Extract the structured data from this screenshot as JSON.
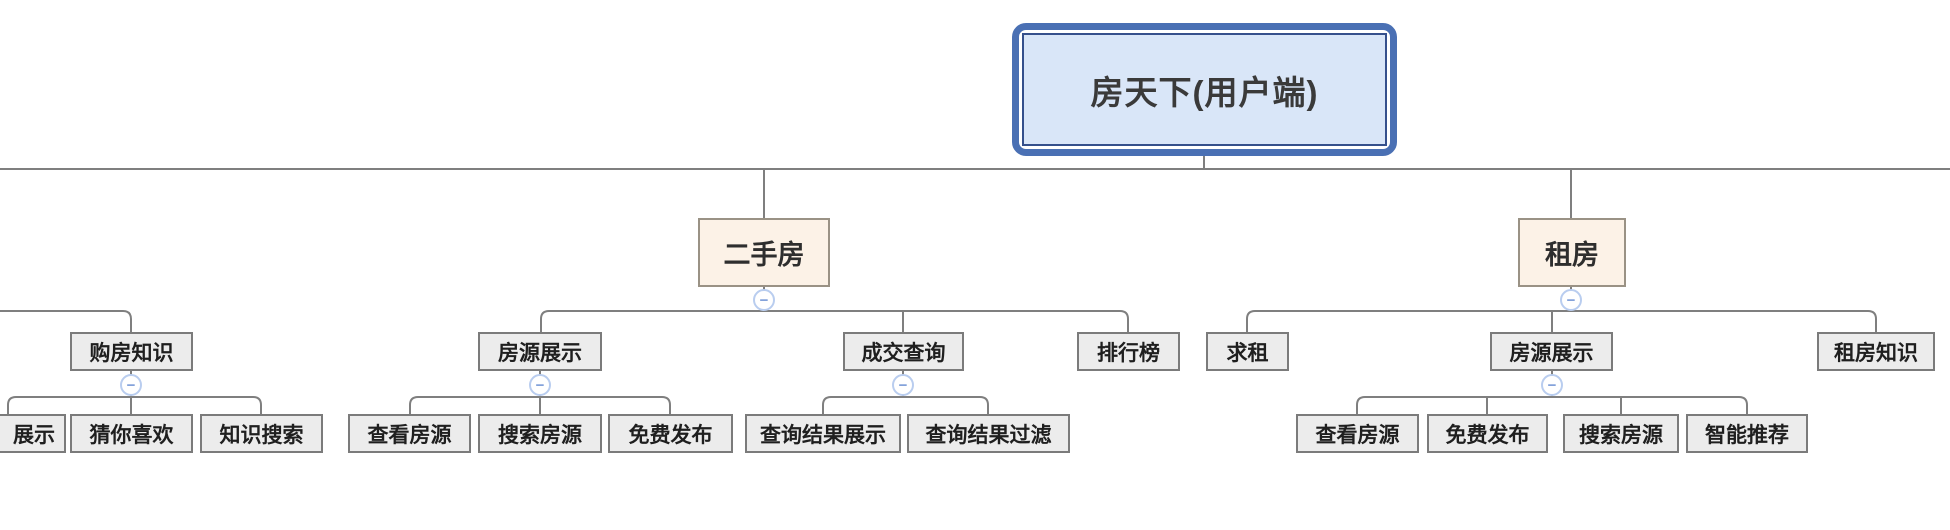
{
  "tree": {
    "root": {
      "label": "房天下(用户端)"
    },
    "offscreen_left": {
      "node": {
        "label": "购房知识"
      },
      "children": [
        {
          "label": "展示"
        },
        {
          "label": "猜你喜欢"
        },
        {
          "label": "知识搜索"
        }
      ]
    },
    "second_hand": {
      "node": {
        "label": "二手房"
      },
      "children": [
        {
          "label": "房源展示",
          "children": [
            {
              "label": "查看房源"
            },
            {
              "label": "搜索房源"
            },
            {
              "label": "免费发布"
            }
          ]
        },
        {
          "label": "成交查询",
          "children": [
            {
              "label": "查询结果展示"
            },
            {
              "label": "查询结果过滤"
            }
          ]
        },
        {
          "label": "排行榜",
          "children": []
        }
      ]
    },
    "rent": {
      "node": {
        "label": "租房"
      },
      "children": [
        {
          "label": "求租",
          "children": []
        },
        {
          "label": "房源展示",
          "children": [
            {
              "label": "查看房源"
            },
            {
              "label": "免费发布"
            },
            {
              "label": "搜索房源"
            },
            {
              "label": "智能推荐"
            }
          ]
        },
        {
          "label": "租房知识",
          "children": []
        }
      ]
    }
  },
  "icons": {
    "collapse_glyph": "−"
  },
  "colors": {
    "root_fill": "#d9e6f8",
    "root_outer_border": "#4a70b4",
    "root_inner_border": "#35508c",
    "branch_fill": "#fcf2e7",
    "branch_border": "#9a9285",
    "node_fill": "#ececec",
    "node_border": "#7b7b7b",
    "connector_line": "#7f7f7f",
    "collapse_border": "#b9cdef",
    "collapse_glyph_color": "#7d9ed9"
  }
}
